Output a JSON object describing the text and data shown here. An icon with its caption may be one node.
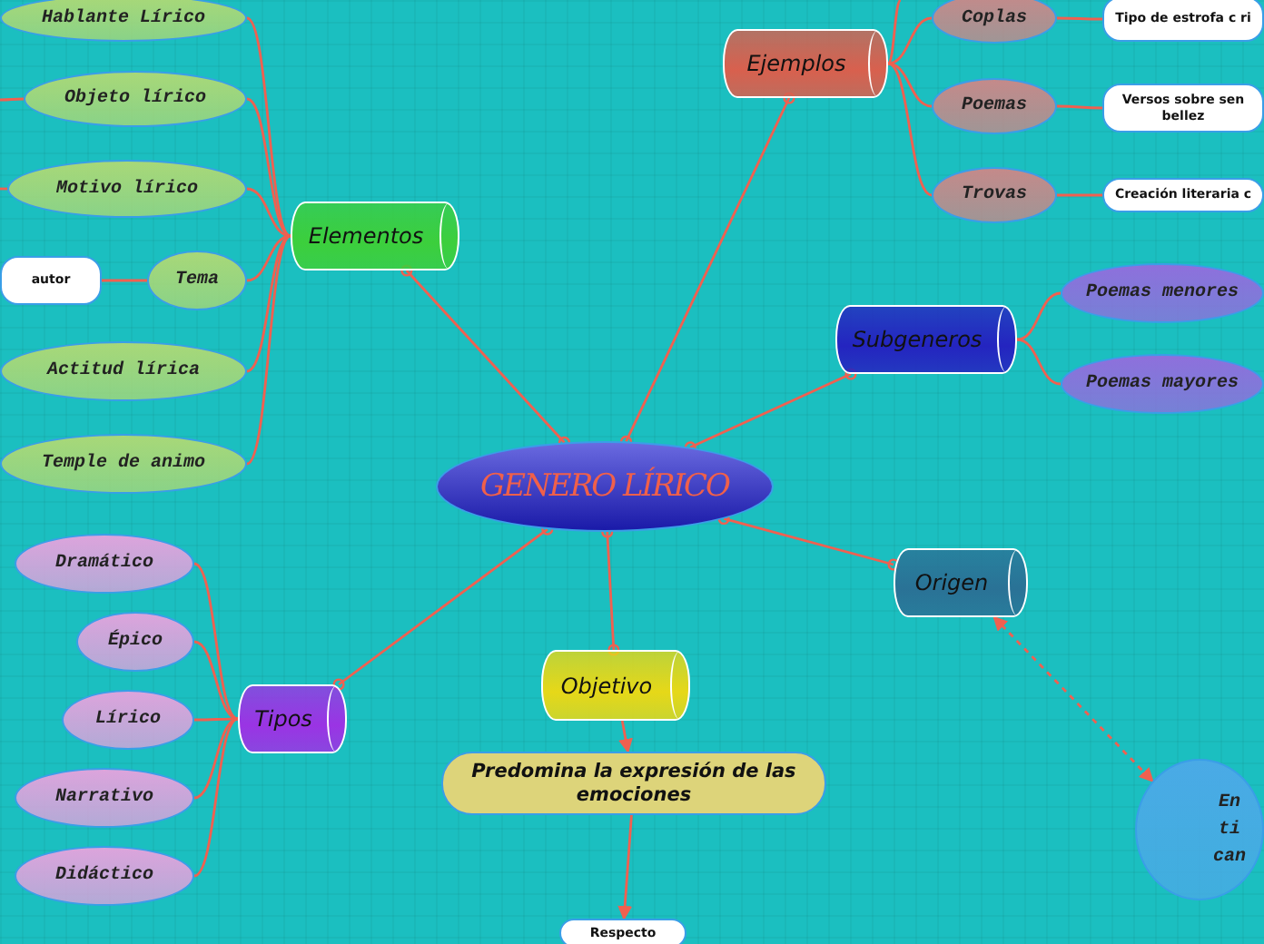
{
  "diagram": {
    "nodes": [
      {
        "text": [
          "GENERO LÍRICO"
        ]
      },
      {
        "text": [
          "Elementos"
        ]
      },
      {
        "text": [
          "Hablante Lírico"
        ]
      },
      {
        "text": [
          "Objeto lírico"
        ]
      },
      {
        "text": [
          "Motivo lírico"
        ]
      },
      {
        "text": [
          "Tema"
        ]
      },
      {
        "text": [
          "autor"
        ]
      },
      {
        "text": [
          "Actitud lírica"
        ]
      },
      {
        "text": [
          "Temple de animo"
        ]
      },
      {
        "text": [
          "Ejemplos"
        ]
      },
      {
        "text": [
          "Coplas"
        ]
      },
      {
        "text": [
          "Tipo de estrofa c ri"
        ]
      },
      {
        "text": [
          "Poemas"
        ]
      },
      {
        "text": [
          "Versos sobre sen bellez"
        ]
      },
      {
        "text": [
          "Trovas"
        ]
      },
      {
        "text": [
          "Creación literaria c"
        ]
      },
      {
        "text": [
          "Subgeneros"
        ]
      },
      {
        "text": [
          "Poemas menores"
        ]
      },
      {
        "text": [
          "Poemas mayores"
        ]
      },
      {
        "text": [
          "Origen"
        ]
      },
      {
        "text": [
          "En ti can"
        ]
      },
      {
        "text": [
          "Objetivo"
        ]
      },
      {
        "text": [
          "Predomina la expresión de las emociones"
        ]
      },
      {
        "text": [
          "Respecto"
        ]
      },
      {
        "text": [
          "Tipos"
        ]
      },
      {
        "text": [
          "Dramático"
        ]
      },
      {
        "text": [
          "Épico"
        ]
      },
      {
        "text": [
          "Lírico"
        ]
      },
      {
        "text": [
          "Narrativo"
        ]
      },
      {
        "text": [
          "Didáctico"
        ]
      }
    ],
    "edges": [
      {
        "from": 0,
        "to": 1,
        "arrow": "other"
      },
      {
        "from": 0,
        "to": 9,
        "arrow": "other"
      },
      {
        "from": 0,
        "to": 16,
        "arrow": "other"
      },
      {
        "from": 0,
        "to": 19,
        "arrow": "other"
      },
      {
        "from": 0,
        "to": 21,
        "arrow": "other"
      },
      {
        "from": 0,
        "to": 24,
        "arrow": "other"
      },
      {
        "from": 1,
        "to": 2,
        "arrow": "none"
      },
      {
        "from": 1,
        "to": 3,
        "arrow": "none"
      },
      {
        "from": 1,
        "to": 4,
        "arrow": "none"
      },
      {
        "from": 1,
        "to": 5,
        "arrow": "none"
      },
      {
        "from": 1,
        "to": 7,
        "arrow": "none"
      },
      {
        "from": 1,
        "to": 8,
        "arrow": "none"
      },
      {
        "from": 5,
        "to": 6,
        "arrow": "none"
      },
      {
        "from": 3,
        "to": null,
        "arrow": "none"
      },
      {
        "from": 4,
        "to": null,
        "arrow": "none"
      },
      {
        "from": 9,
        "to": 10,
        "arrow": "none"
      },
      {
        "from": 9,
        "to": 12,
        "arrow": "none"
      },
      {
        "from": 9,
        "to": 14,
        "arrow": "none"
      },
      {
        "from": 9,
        "to": null,
        "arrow": "none"
      },
      {
        "from": 10,
        "to": 11,
        "arrow": "none"
      },
      {
        "from": 12,
        "to": 13,
        "arrow": "none"
      },
      {
        "from": 14,
        "to": 15,
        "arrow": "none"
      },
      {
        "from": 16,
        "to": 17,
        "arrow": "none"
      },
      {
        "from": 16,
        "to": 18,
        "arrow": "none"
      },
      {
        "from": 19,
        "to": 20,
        "arrow": "both",
        "style": "dashed"
      },
      {
        "from": 21,
        "to": 22,
        "arrow": "to"
      },
      {
        "from": 22,
        "to": 23,
        "arrow": "to"
      },
      {
        "from": 24,
        "to": 25,
        "arrow": "none"
      },
      {
        "from": 24,
        "to": 26,
        "arrow": "none"
      },
      {
        "from": 24,
        "to": 27,
        "arrow": "none"
      },
      {
        "from": 24,
        "to": 28,
        "arrow": "none"
      },
      {
        "from": 24,
        "to": 29,
        "arrow": "none"
      }
    ]
  }
}
